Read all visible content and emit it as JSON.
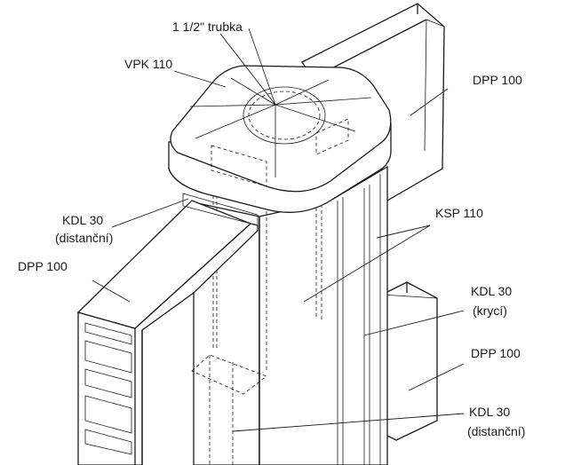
{
  "labels": {
    "trubka": "1 1/2\" trubka",
    "vpk": "VPK 110",
    "dpp_top_right": "DPP 100",
    "kdl_left_name": "KDL 30",
    "kdl_left_sub": "(distanční)",
    "dpp_left": "DPP 100",
    "ksp": "KSP 110",
    "kdl_right_name": "KDL 30",
    "kdl_right_sub": "(krycí)",
    "dpp_bottom_right": "DPP 100",
    "kdl_bottom_name": "KDL 30",
    "kdl_bottom_sub": "(distanční)"
  }
}
